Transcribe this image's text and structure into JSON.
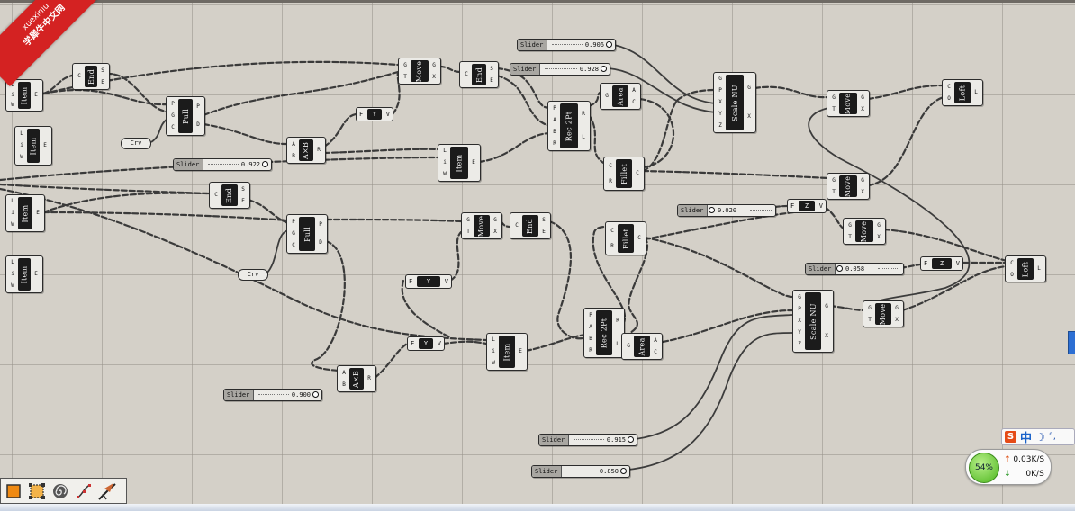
{
  "watermark": {
    "line1": "xuexiniu",
    "line2": "学犀牛中文网"
  },
  "components": [
    {
      "id": "item1",
      "label": "Item",
      "inputs": [
        "L",
        "i",
        "W"
      ],
      "outputs": [
        "E"
      ]
    },
    {
      "id": "item2",
      "label": "Item",
      "inputs": [
        "L",
        "i",
        "W"
      ],
      "outputs": [
        "E"
      ]
    },
    {
      "id": "item3",
      "label": "Item",
      "inputs": [
        "L",
        "i",
        "W"
      ],
      "outputs": [
        "E"
      ]
    },
    {
      "id": "item4",
      "label": "Item",
      "inputs": [
        "L",
        "i",
        "W"
      ],
      "outputs": [
        "E"
      ]
    },
    {
      "id": "end1",
      "label": "End",
      "inputs": [
        "C"
      ],
      "outputs": [
        "S",
        "E"
      ]
    },
    {
      "id": "pull1",
      "label": "Pull",
      "inputs": [
        "P",
        "G",
        "C"
      ],
      "outputs": [
        "P",
        "D"
      ]
    },
    {
      "id": "axb1",
      "label": "A×B",
      "inputs": [
        "A",
        "B"
      ],
      "outputs": [
        "R"
      ]
    },
    {
      "id": "move1",
      "label": "Move",
      "inputs": [
        "G",
        "T"
      ],
      "outputs": [
        "G",
        "X"
      ]
    },
    {
      "id": "end2",
      "label": "End",
      "inputs": [
        "C"
      ],
      "outputs": [
        "S",
        "E"
      ]
    },
    {
      "id": "area1",
      "label": "Area",
      "inputs": [
        "G"
      ],
      "outputs": [
        "A",
        "C"
      ]
    },
    {
      "id": "rec1",
      "label": "Rec 2Pt",
      "inputs": [
        "P",
        "A",
        "B",
        "R"
      ],
      "outputs": [
        "R",
        "L"
      ]
    },
    {
      "id": "item5",
      "label": "Item",
      "inputs": [
        "L",
        "i",
        "W"
      ],
      "outputs": [
        "E"
      ]
    },
    {
      "id": "fillet1",
      "label": "Fillet",
      "inputs": [
        "C",
        "R"
      ],
      "outputs": [
        "C"
      ]
    },
    {
      "id": "scale1",
      "label": "Scale NU",
      "inputs": [
        "G",
        "P",
        "X",
        "Y",
        "Z"
      ],
      "outputs": [
        "G",
        "X"
      ]
    },
    {
      "id": "move2",
      "label": "Move",
      "inputs": [
        "G",
        "T"
      ],
      "outputs": [
        "G",
        "X"
      ]
    },
    {
      "id": "loft1",
      "label": "Loft",
      "inputs": [
        "C",
        "O"
      ],
      "outputs": [
        "L"
      ]
    },
    {
      "id": "move3",
      "label": "Move",
      "inputs": [
        "G",
        "T"
      ],
      "outputs": [
        "G",
        "X"
      ]
    },
    {
      "id": "end3",
      "label": "End",
      "inputs": [
        "C"
      ],
      "outputs": [
        "S",
        "E"
      ]
    },
    {
      "id": "pull2",
      "label": "Pull",
      "inputs": [
        "P",
        "G",
        "C"
      ],
      "outputs": [
        "P",
        "D"
      ]
    },
    {
      "id": "move4",
      "label": "Move",
      "inputs": [
        "G",
        "T"
      ],
      "outputs": [
        "G",
        "X"
      ]
    },
    {
      "id": "end4",
      "label": "End",
      "inputs": [
        "C"
      ],
      "outputs": [
        "S",
        "E"
      ]
    },
    {
      "id": "fillet2",
      "label": "Fillet",
      "inputs": [
        "C",
        "R"
      ],
      "outputs": [
        "C"
      ]
    },
    {
      "id": "move5",
      "label": "Move",
      "inputs": [
        "G",
        "T"
      ],
      "outputs": [
        "G",
        "X"
      ]
    },
    {
      "id": "loft2",
      "label": "Loft",
      "inputs": [
        "C",
        "O"
      ],
      "outputs": [
        "L"
      ]
    },
    {
      "id": "rec2",
      "label": "Rec 2Pt",
      "inputs": [
        "P",
        "A",
        "B",
        "R"
      ],
      "outputs": [
        "R",
        "L"
      ]
    },
    {
      "id": "area2",
      "label": "Area",
      "inputs": [
        "G"
      ],
      "outputs": [
        "A",
        "C"
      ]
    },
    {
      "id": "item6",
      "label": "Item",
      "inputs": [
        "L",
        "i",
        "W"
      ],
      "outputs": [
        "E"
      ]
    },
    {
      "id": "axb2",
      "label": "A×B",
      "inputs": [
        "A",
        "B"
      ],
      "outputs": [
        "R"
      ]
    },
    {
      "id": "scale2",
      "label": "Scale NU",
      "inputs": [
        "G",
        "P",
        "X",
        "Y",
        "Z"
      ],
      "outputs": [
        "G",
        "X"
      ]
    },
    {
      "id": "move6",
      "label": "Move",
      "inputs": [
        "G",
        "T"
      ],
      "outputs": [
        "G",
        "X"
      ]
    }
  ],
  "sliders": [
    {
      "id": "s1",
      "label": "Slider",
      "value": "0.906"
    },
    {
      "id": "s2",
      "label": "Slider",
      "value": "0.928"
    },
    {
      "id": "s3",
      "label": "Slider",
      "value": "0.922"
    },
    {
      "id": "s4",
      "label": "Slider",
      "value": "0.020"
    },
    {
      "id": "s5",
      "label": "Slider",
      "value": "0.058"
    },
    {
      "id": "s6",
      "label": "Slider",
      "value": "0.900"
    },
    {
      "id": "s7",
      "label": "Slider",
      "value": "0.915"
    },
    {
      "id": "s8",
      "label": "Slider",
      "value": "0.850"
    }
  ],
  "curve_params": [
    {
      "label": "Crv"
    },
    {
      "label": "Crv"
    }
  ],
  "vector_components": [
    {
      "id": "fy1",
      "a": "F",
      "core": "Y",
      "b": "V"
    },
    {
      "id": "fy2",
      "a": "F",
      "core": "Y",
      "b": "V"
    },
    {
      "id": "fy3",
      "a": "F",
      "core": "Y",
      "b": "V"
    },
    {
      "id": "fz1",
      "a": "F",
      "core": "Z",
      "b": "V"
    },
    {
      "id": "fz2",
      "a": "F",
      "core": "Z",
      "b": "V"
    }
  ],
  "toolbar": {
    "icons": [
      "box-icon",
      "bounding-box-icon",
      "spiral-icon",
      "curve-points-icon",
      "grasshopper-icon"
    ]
  },
  "ime": {
    "s": "S",
    "mode": "中",
    "moon": "☽",
    "dot": "°,"
  },
  "network": {
    "percent": "54%",
    "upload": "0.03K/S",
    "download": "0K/S"
  },
  "colors": {
    "canvas": "#d4d0c8",
    "component_core": "#1b1b1b",
    "watermark": "#d42222",
    "ime_accent": "#1a62c9",
    "network_green": "#4cb51d"
  }
}
